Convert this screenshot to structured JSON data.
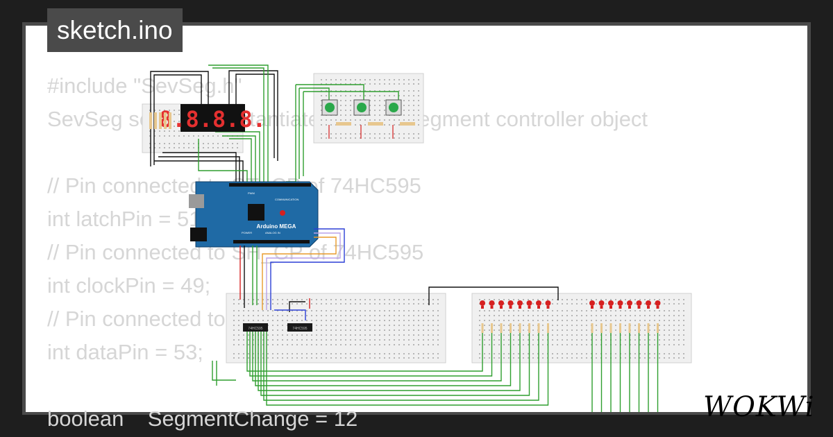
{
  "title_badge": "sketch.ino",
  "code_lines": [
    "#include \"SevSeg.h\"",
    "SevSeg sevseg; //Instantiate a seven segment controller object",
    "",
    "// Pin connected to ST_CP of 74HC595",
    "int latchPin = 51;",
    "// Pin connected to SH_CP of 74HC595",
    "int clockPin = 49;",
    "// Pin connected to DS of 74HC595",
    "int dataPin = 53;",
    "",
    "boolean    SegmentChange = 12"
  ],
  "board": {
    "name": "Arduino MEGA",
    "labels": [
      "PWM",
      "COMMUNICATION",
      "POWER",
      "ANALOG IN"
    ]
  },
  "display_digits": "8.8.8.8.",
  "chip_labels": [
    "74HC595",
    "74HC595"
  ],
  "brand": "WOKWi",
  "colors": {
    "background": "#1e1e1e",
    "frame": "#4a4a4a",
    "canvas": "#ffffff",
    "code_text": "#d6d6d6",
    "board_blue": "#1f6aa5",
    "wire_green": "#2e9e2e",
    "wire_black": "#111111",
    "led_red": "#d62020",
    "button_green": "#2aa84a"
  }
}
